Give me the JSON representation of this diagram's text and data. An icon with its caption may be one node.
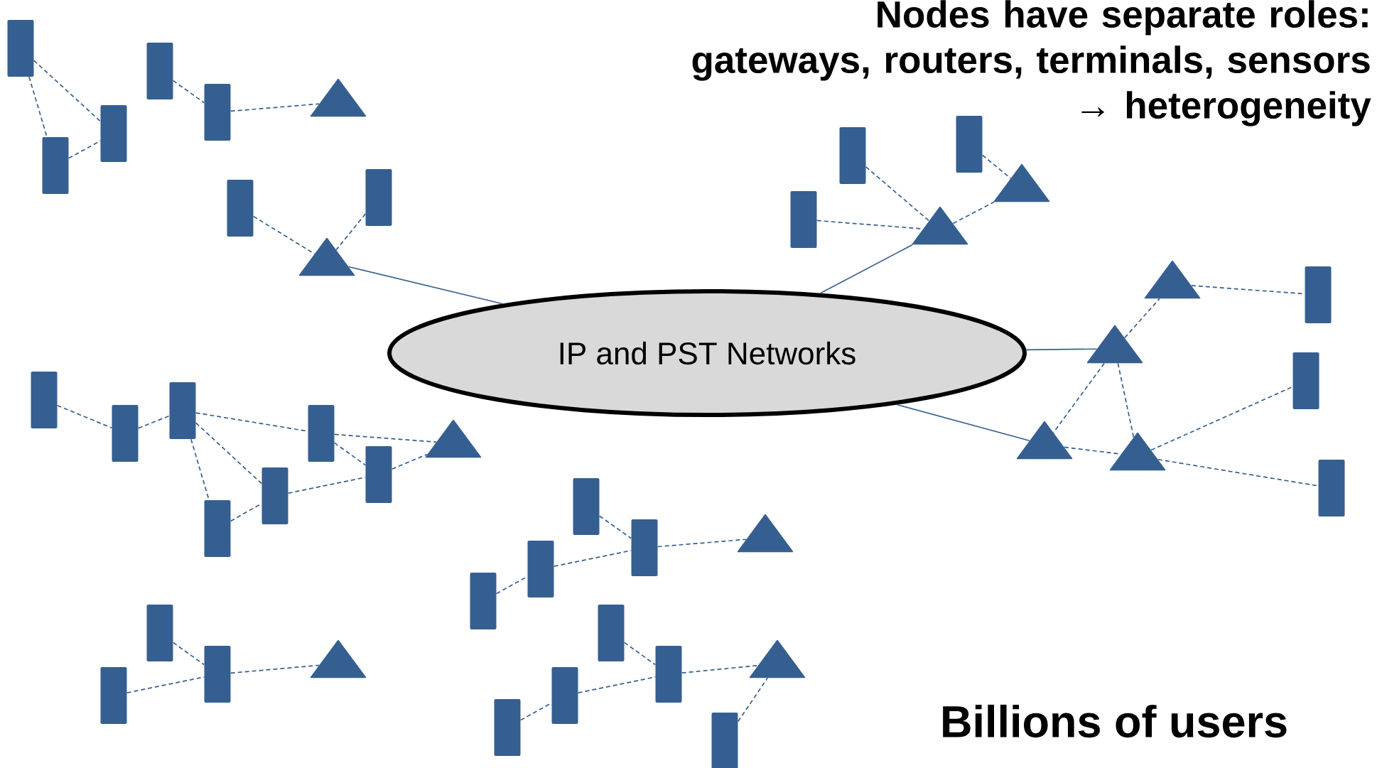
{
  "diagram": {
    "nodes": [
      {
        "text": [
          "IP and PST Networks"
        ]
      },
      {
        "text": [],
        "shape": "box"
      },
      {
        "text": [],
        "shape": "box"
      },
      {
        "text": [],
        "shape": "box"
      },
      {
        "text": [],
        "shape": "box"
      },
      {
        "text": [],
        "shape": "box"
      },
      {
        "text": [],
        "shape": "triangle"
      },
      {
        "text": [],
        "shape": "box"
      },
      {
        "text": [],
        "shape": "box"
      },
      {
        "text": [],
        "shape": "triangle"
      },
      {
        "text": [],
        "shape": "box"
      },
      {
        "text": [],
        "shape": "box"
      },
      {
        "text": [],
        "shape": "box"
      },
      {
        "text": [],
        "shape": "triangle"
      },
      {
        "text": [],
        "shape": "triangle"
      },
      {
        "text": [],
        "shape": "triangle"
      },
      {
        "text": [],
        "shape": "box"
      },
      {
        "text": [],
        "shape": "triangle"
      },
      {
        "text": [],
        "shape": "box"
      },
      {
        "text": [],
        "shape": "triangle"
      },
      {
        "text": [],
        "shape": "triangle"
      },
      {
        "text": [],
        "shape": "box"
      },
      {
        "text": [],
        "shape": "box"
      },
      {
        "text": [],
        "shape": "box"
      },
      {
        "text": [],
        "shape": "box"
      },
      {
        "text": [],
        "shape": "box"
      },
      {
        "text": [],
        "shape": "triangle"
      },
      {
        "text": [],
        "shape": "box"
      },
      {
        "text": [],
        "shape": "box"
      },
      {
        "text": [],
        "shape": "box"
      },
      {
        "text": [],
        "shape": "box"
      },
      {
        "text": [],
        "shape": "box"
      },
      {
        "text": [],
        "shape": "triangle"
      },
      {
        "text": [],
        "shape": "box"
      },
      {
        "text": [],
        "shape": "box"
      },
      {
        "text": [],
        "shape": "box"
      },
      {
        "text": [],
        "shape": "box"
      },
      {
        "text": [],
        "shape": "triangle"
      },
      {
        "text": [],
        "shape": "box"
      },
      {
        "text": [],
        "shape": "box"
      },
      {
        "text": [],
        "shape": "box"
      },
      {
        "text": [],
        "shape": "box"
      },
      {
        "text": [],
        "shape": "box"
      },
      {
        "text": [],
        "shape": "triangle"
      },
      {
        "text": [],
        "shape": "box"
      }
    ],
    "edges": [
      {
        "from": 1,
        "to": 3,
        "arrow": "none",
        "style": "dashed"
      },
      {
        "from": 1,
        "to": 4,
        "arrow": "none",
        "style": "dashed"
      },
      {
        "from": 3,
        "to": 4,
        "arrow": "none",
        "style": "dashed"
      },
      {
        "from": 2,
        "to": 5,
        "arrow": "none",
        "style": "dashed"
      },
      {
        "from": 5,
        "to": 6,
        "arrow": "none",
        "style": "dashed"
      },
      {
        "from": 7,
        "to": 9,
        "arrow": "none",
        "style": "dashed"
      },
      {
        "from": 8,
        "to": 9,
        "arrow": "none",
        "style": "dashed"
      },
      {
        "from": 9,
        "to": 0,
        "arrow": "none"
      },
      {
        "from": 10,
        "to": 13,
        "arrow": "none",
        "style": "dashed"
      },
      {
        "from": 12,
        "to": 13,
        "arrow": "none",
        "style": "dashed"
      },
      {
        "from": 11,
        "to": 14,
        "arrow": "none",
        "style": "dashed"
      },
      {
        "from": 13,
        "to": 14,
        "arrow": "none",
        "style": "dashed"
      },
      {
        "from": 0,
        "to": 13,
        "arrow": "none"
      },
      {
        "from": 0,
        "to": 17,
        "arrow": "none"
      },
      {
        "from": 0,
        "to": 19,
        "arrow": "none"
      },
      {
        "from": 17,
        "to": 15,
        "arrow": "none",
        "style": "dashed"
      },
      {
        "from": 15,
        "to": 16,
        "arrow": "none",
        "style": "dashed"
      },
      {
        "from": 17,
        "to": 19,
        "arrow": "none",
        "style": "dashed"
      },
      {
        "from": 17,
        "to": 20,
        "arrow": "none",
        "style": "dashed"
      },
      {
        "from": 19,
        "to": 20,
        "arrow": "none",
        "style": "dashed"
      },
      {
        "from": 20,
        "to": 18,
        "arrow": "none",
        "style": "dashed"
      },
      {
        "from": 20,
        "to": 21,
        "arrow": "none",
        "style": "dashed"
      },
      {
        "from": 22,
        "to": 23,
        "arrow": "none",
        "style": "dashed"
      },
      {
        "from": 23,
        "to": 24,
        "arrow": "none",
        "style": "dashed"
      },
      {
        "from": 24,
        "to": 25,
        "arrow": "none",
        "style": "dashed"
      },
      {
        "from": 24,
        "to": 27,
        "arrow": "none",
        "style": "dashed"
      },
      {
        "from": 24,
        "to": 28,
        "arrow": "none",
        "style": "dashed"
      },
      {
        "from": 25,
        "to": 26,
        "arrow": "none",
        "style": "dashed"
      },
      {
        "from": 25,
        "to": 29,
        "arrow": "none",
        "style": "dashed"
      },
      {
        "from": 28,
        "to": 29,
        "arrow": "none",
        "style": "dashed"
      },
      {
        "from": 27,
        "to": 28,
        "arrow": "none",
        "style": "dashed"
      },
      {
        "from": 29,
        "to": 26,
        "arrow": "none",
        "style": "dashed"
      },
      {
        "from": 30,
        "to": 31,
        "arrow": "none",
        "style": "dashed"
      },
      {
        "from": 31,
        "to": 32,
        "arrow": "none",
        "style": "dashed"
      },
      {
        "from": 33,
        "to": 31,
        "arrow": "none",
        "style": "dashed"
      },
      {
        "from": 34,
        "to": 33,
        "arrow": "none",
        "style": "dashed"
      },
      {
        "from": 35,
        "to": 36,
        "arrow": "none",
        "style": "dashed"
      },
      {
        "from": 36,
        "to": 37,
        "arrow": "none",
        "style": "dashed"
      },
      {
        "from": 38,
        "to": 36,
        "arrow": "none",
        "style": "dashed"
      },
      {
        "from": 39,
        "to": 38,
        "arrow": "none",
        "style": "dashed"
      },
      {
        "from": 40,
        "to": 37,
        "arrow": "none",
        "style": "dashed"
      },
      {
        "from": 41,
        "to": 42,
        "arrow": "none",
        "style": "dashed"
      },
      {
        "from": 42,
        "to": 43,
        "arrow": "none",
        "style": "dashed"
      },
      {
        "from": 44,
        "to": 42,
        "arrow": "none",
        "style": "dashed"
      }
    ],
    "labels": [
      "Nodes have separate roles: gateways, routers, terminals, sensors → heterogeneity",
      "Billions of users"
    ]
  }
}
